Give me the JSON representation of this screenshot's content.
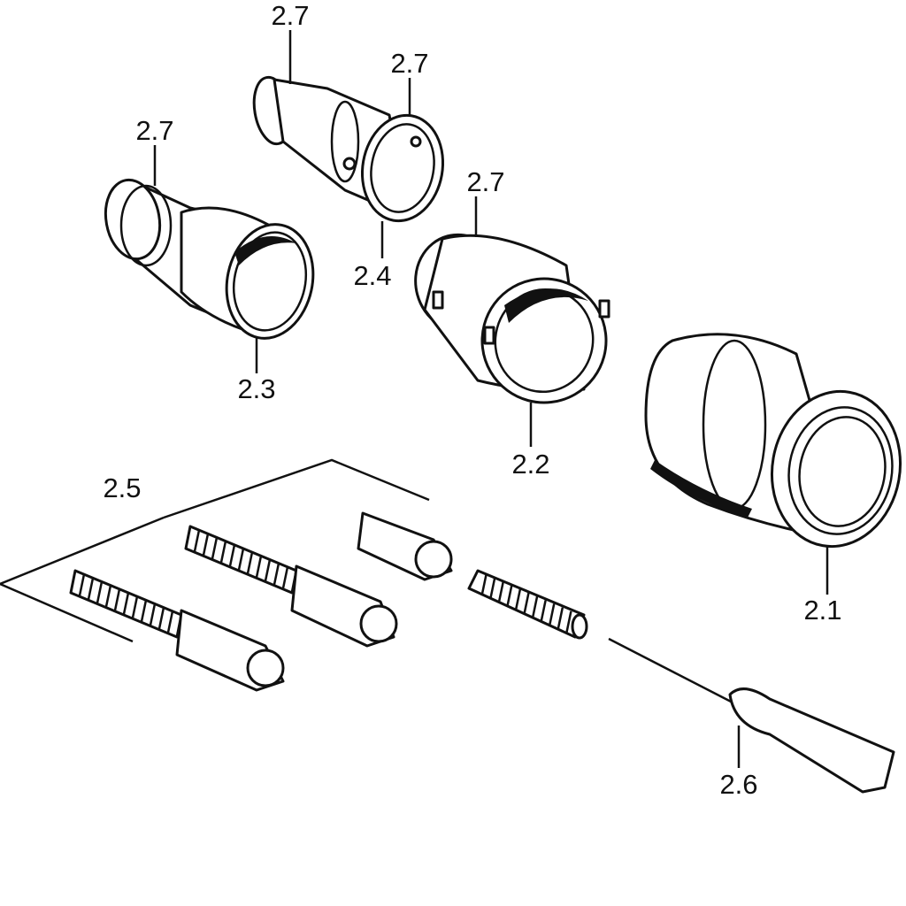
{
  "diagram": {
    "type": "exploded parts diagram",
    "labels": {
      "seal_top": "2.7",
      "seal_cartridge_2_4": "2.7",
      "seal_cartridge_2_3": "2.7",
      "seal_sleeve_2_2": "2.7",
      "part_2_4": "2.4",
      "part_2_3": "2.3",
      "part_2_2": "2.2",
      "part_2_1": "2.1",
      "part_2_5": "2.5",
      "part_2_6": "2.6"
    },
    "colors": {
      "line": "#111111",
      "background": "#ffffff"
    }
  }
}
